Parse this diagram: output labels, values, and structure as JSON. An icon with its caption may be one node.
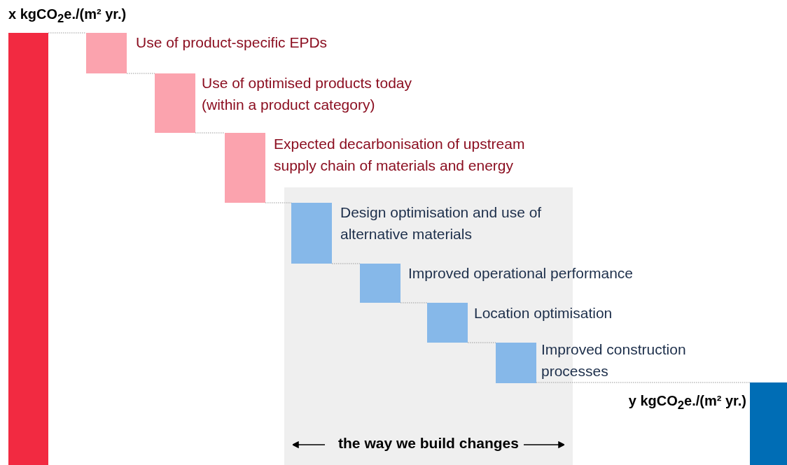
{
  "diagram": {
    "nodes": [
      {
        "text": [],
        "shape": "bar",
        "beside": [
          "x kgCO$_{2}$e./(m² yr.)"
        ]
      },
      {
        "text": [],
        "shape": "bar",
        "beside": [
          "Use of product-specific EPDs"
        ]
      },
      {
        "text": [],
        "shape": "bar",
        "beside": [
          "Use of optimised products today (within a product category)"
        ]
      },
      {
        "text": [],
        "shape": "bar",
        "beside": [
          "Expected decarbonisation of upstream supply chain of materials and energy"
        ]
      },
      {
        "text": [
          "the way we build changes"
        ]
      },
      {
        "text": [],
        "shape": "bar",
        "in": 4,
        "beside": [
          "Design optimisation and use of alternative materials"
        ]
      },
      {
        "text": [],
        "shape": "bar",
        "in": 4,
        "beside": [
          "Improved operational performance"
        ]
      },
      {
        "text": [],
        "shape": "bar",
        "in": 4,
        "beside": [
          "Location optimisation"
        ]
      },
      {
        "text": [],
        "shape": "bar",
        "in": 4,
        "beside": [
          "Improved construction processes"
        ]
      },
      {
        "text": [],
        "shape": "bar",
        "beside": [
          "y kgCO$_{2}$e./(m² yr.)"
        ]
      }
    ],
    "edges": [
      {
        "from": 0,
        "to": 1,
        "arrow": "none",
        "style": "dashed"
      },
      {
        "from": 1,
        "to": 2,
        "arrow": "none",
        "style": "dashed"
      },
      {
        "from": 2,
        "to": 3,
        "arrow": "none",
        "style": "dashed"
      },
      {
        "from": 3,
        "to": 5,
        "arrow": "none",
        "style": "dashed"
      },
      {
        "from": 5,
        "to": 6,
        "arrow": "none",
        "style": "dashed"
      },
      {
        "from": 6,
        "to": 7,
        "arrow": "none",
        "style": "dashed"
      },
      {
        "from": 7,
        "to": 8,
        "arrow": "none",
        "style": "dashed"
      },
      {
        "from": 8,
        "to": 9,
        "arrow": "none",
        "style": "dashed"
      }
    ]
  }
}
